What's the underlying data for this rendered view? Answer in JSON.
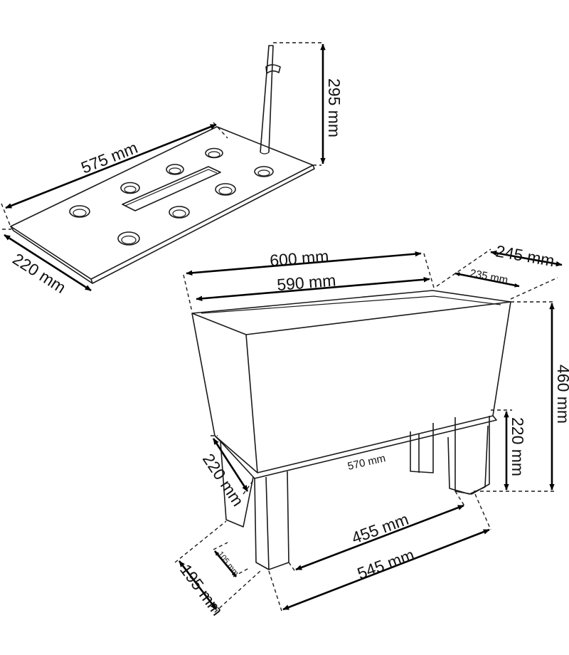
{
  "diagram": {
    "tray": {
      "length": "575 mm",
      "width": "220 mm",
      "pipe_height": "295 mm"
    },
    "planter": {
      "outer_length": "600 mm",
      "inner_length": "590 mm",
      "outer_depth": "245 mm",
      "inner_depth": "235 mm",
      "total_height": "460 mm",
      "leg_height": "220 mm",
      "bottom_length": "570 mm",
      "side_depth": "220 mm",
      "leg_span_inner": "455 mm",
      "leg_span_outer": "545 mm",
      "foot_depth": "195 mm",
      "leg_width": "105 mm"
    }
  }
}
